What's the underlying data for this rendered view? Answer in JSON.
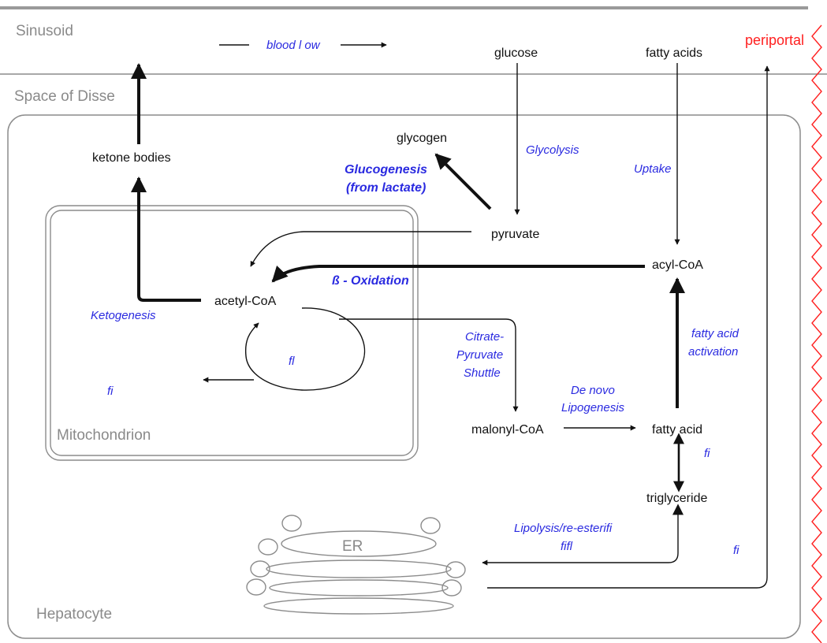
{
  "regions": {
    "sinusoid": "Sinusoid",
    "space_of_disse": "Space of Disse",
    "mitochondrion": "Mitochondrion",
    "hepatocyte": "Hepatocyte",
    "er": "ER",
    "periportal": "periportal"
  },
  "flow": {
    "label": "blood l ow"
  },
  "metabolites": {
    "glucose": "glucose",
    "fatty_acids": "fatty acids",
    "glycogen": "glycogen",
    "ketone_bodies": "ketone bodies",
    "pyruvate": "pyruvate",
    "acyl_coa": "acyl-CoA",
    "acetyl_coa": "acetyl-CoA",
    "malonyl_coa": "malonyl-CoA",
    "fatty_acid": "fatty acid",
    "triglyceride": "triglyceride"
  },
  "processes": {
    "glycolysis": "Glycolysis",
    "glucogenesis_line1": "Glucogenesis",
    "glucogenesis_line2": "(from lactate)",
    "uptake": "Uptake",
    "beta_oxidation": "ß - Oxidation",
    "ketogenesis": "Ketogenesis",
    "citrate_shuttle_line1": "Citrate-",
    "citrate_shuttle_line2": "Pyruvate",
    "citrate_shuttle_line3": "Shuttle",
    "de_novo_line1": "De novo",
    "de_novo_line2": "Lipogenesis",
    "fa_activation_line1": "fatty acid",
    "fa_activation_line2": "activation",
    "lipolysis_line1": "Lipolysis/re-esterifi",
    "lipolysis_line2": "fifl",
    "tca_cycle": "fl",
    "mito_fragment": "fi",
    "fa_tg_fragment": "fi",
    "export_fragment": "fi"
  },
  "colors": {
    "process_text": "#2a2ae0",
    "periportal": "#ff2020",
    "region_text": "#8a8a8a",
    "line": "#111111"
  }
}
